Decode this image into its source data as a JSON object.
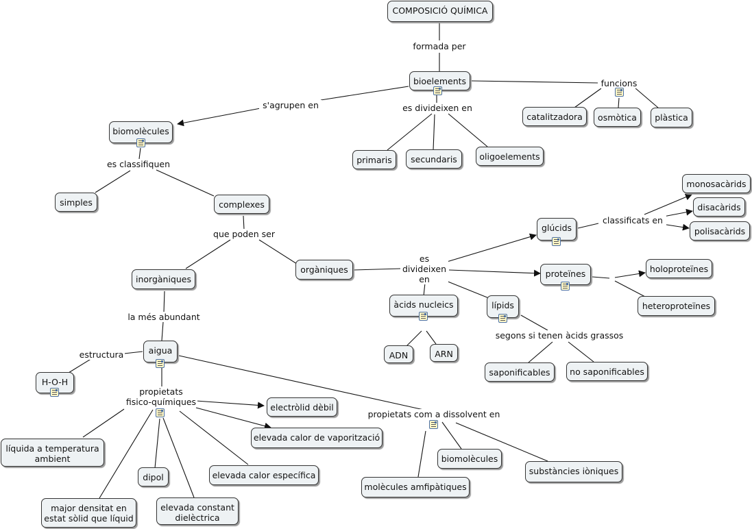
{
  "concepts": {
    "composicio": "COMPOSICIÓ QUÍMICA",
    "bioelements": "bioelements",
    "catalitzadora": "catalitzadora",
    "osmotica": "osmòtica",
    "plastica": "plàstica",
    "primaris": "primaris",
    "secundaris": "secundaris",
    "oligoelements": "oligoelements",
    "biomolecules_main": "biomolècules",
    "simples": "simples",
    "complexes": "complexes",
    "inorganiques": "inorgàniques",
    "organiques": "orgàniques",
    "glucids": "glúcids",
    "monosacarids": "monosacàrids",
    "disacarids": "disacàrids",
    "polisacarids": "polisacàrids",
    "proteines": "proteïnes",
    "holoproteines": "holoproteïnes",
    "heteroproteines": "heteroproteïnes",
    "acids_nucleics": "àcids nucleics",
    "adn": "ADN",
    "arn": "ARN",
    "lipids": "lípids",
    "saponificables": "saponificables",
    "no_saponificables": "no saponificables",
    "aigua": "aigua",
    "hoh": "H-O-H",
    "electrolit": "electròlid dèbil",
    "vaporitzacio": "elevada calor de vaporització",
    "liquida": "líquida a temperatura\nambient",
    "dipol": "dipol",
    "calor_especifica": "elevada calor específica",
    "densitat": "major densitat en\nestat sòlid que líquid",
    "constant": "elevada constant\ndielèctrica",
    "biomolecules_dis": "biomolècules",
    "substancies": "substàncies iòniques",
    "amfipatiques": "molècules amfipàtiques"
  },
  "linking_phrases": {
    "formada_per": "formada per",
    "funcions": "funcions",
    "dividiexen_bio": "es divideixen en",
    "agrupen": "s'agrupen en",
    "classifiquen": "es classifiquen",
    "poden_ser": "que poden ser",
    "divideixen_org": "es\ndivideixen\nen",
    "classificats": "classificats en",
    "segons": "segons si tenen àcids grassos",
    "mes_abundant": "la més abundant",
    "estructura": "estructura",
    "propietats_fq": "propietats\nfisico-químiques",
    "dissolvent": "propietats com a dissolvent en"
  },
  "annotated_with_note_icon": [
    "bioelements",
    "funcions",
    "biomolècules",
    "glúcids",
    "proteïnes",
    "àcids nucleics",
    "lípids",
    "aigua",
    "H-O-H",
    "propietats fisico-químiques",
    "propietats com a dissolvent en"
  ]
}
